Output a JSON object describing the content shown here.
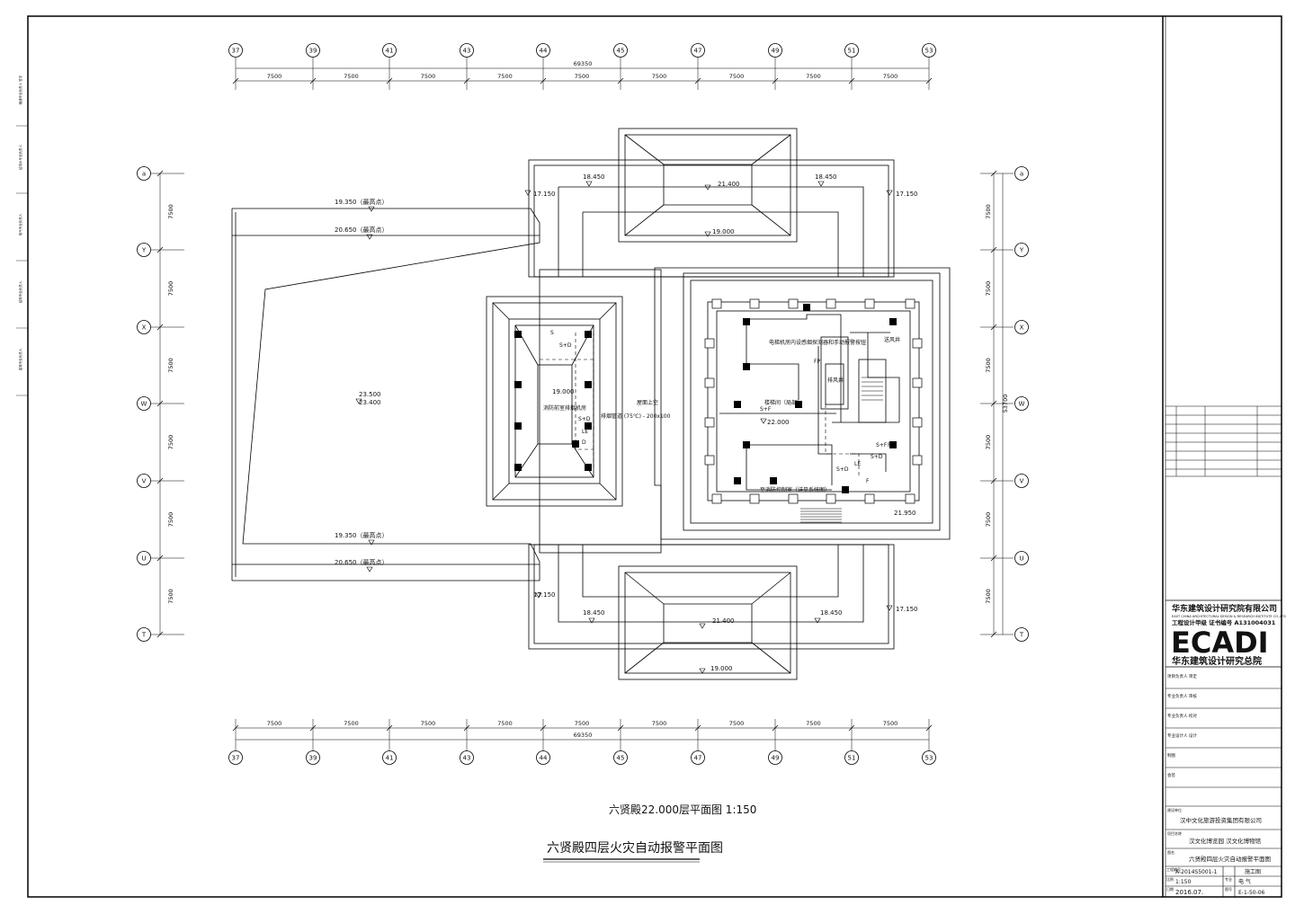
{
  "grid": {
    "columns": [
      "37",
      "39",
      "41",
      "43",
      "44",
      "45",
      "47",
      "49",
      "51",
      "53"
    ],
    "rows": [
      "a",
      "Y",
      "X",
      "W",
      "V",
      "U",
      "T"
    ],
    "bay_dimension": "7500",
    "overall_width": "69350",
    "overall_depth": "53700"
  },
  "levels": {
    "left_ridge_upper": "19.350（最高点）",
    "left_eave_upper": "20.650（最高点）",
    "left_ridge_lower": "19.350（最高点）",
    "left_eave_lower": "20.650（最高点）",
    "top_left": "18.450",
    "top_right": "18.450",
    "corner_17150": "17.150",
    "top_roof_peak": "21.400",
    "top_roof_eave": "19.000",
    "bottom_roof_peak": "21.400",
    "bottom_roof_eave": "19.000",
    "bottom_left": "18.450",
    "bottom_right": "18.450",
    "center_roof_a": "23.500",
    "center_roof_b": "23.400",
    "small_pavilion": "19.000",
    "room_level": "22.000",
    "room_corner": "21.950"
  },
  "annotations": {
    "duct_note": "排烟管道 (75℃) - 200x100",
    "pavilion_label": "消防前室排烟机房",
    "room_label_1": "楼梯间（局部）",
    "room_label_2": "排风井",
    "room_label_3": "送风井",
    "room_note": "电梯机房内设感烟探测器和手动报警按钮",
    "roof_label": "屋面上空",
    "sym_s": "S",
    "sym_sd": "S+D",
    "sym_sf": "S+F",
    "sym_f": "F",
    "sym_fp": "FP",
    "sym_le": "LE",
    "sym_d": "D",
    "bottom_note": "至消防控制室（详见系统图）"
  },
  "captions": {
    "subtitle": "六贤殿22.000层平面图 1:150",
    "title": "六贤殿四层火灾自动报警平面图"
  },
  "left_stamps": [
    "暖通专业负责人 签字",
    "给排水专业负责人",
    "电气专业负责人",
    "结构专业负责人",
    "建筑专业负责人"
  ],
  "title_block": {
    "company_cn": "华东建筑设计研究院有限公司",
    "company_en": "EAST CHINA ARCHITECTURAL DESIGN & RESEARCH INSTITUTE CO.,LTD",
    "license": "工程设计甲级  证书编号 A131004031",
    "logo": "ECADI",
    "logo_sub": "华东建筑设计研究总院",
    "roles": [
      "项目负责人 审定",
      "专业负责人 审核",
      "专业负责人 校对",
      "专业设计人 设计",
      "制图",
      "会签"
    ],
    "client_label": "建设单位",
    "client": "汉中文化旅游投资集团有限公司",
    "project_label": "项目名称",
    "project": "汉文化博览园  汉文化博物馆",
    "drawing_label": "图名",
    "drawing": "六贤殿四层火灾自动报警平面图",
    "job_no_label": "工程编号",
    "job_no": "A-2014S5001-1",
    "stage": "施工图",
    "scale_label": "比例",
    "scale": "1:150",
    "discipline_label": "专业",
    "discipline": "电  气",
    "date_label": "日期",
    "date": "2016.07.",
    "sheet_label": "图号",
    "sheet_no": "E-1-50-06"
  }
}
